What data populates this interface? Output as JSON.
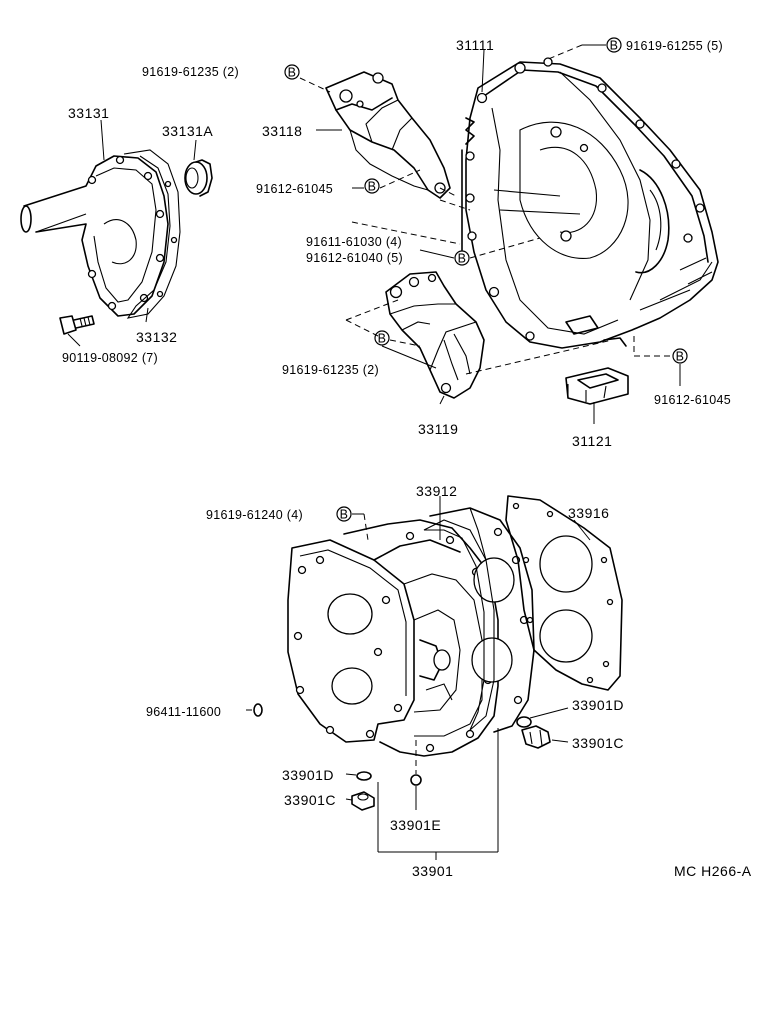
{
  "diagram": {
    "code": "MC H266-A",
    "bolt_marker": "B",
    "labels": {
      "p31111": "31111",
      "p91619_61255": "91619-61255 (5)",
      "p91619_61235_top": "91619-61235 (2)",
      "p33131": "33131",
      "p33131A": "33131A",
      "p33118": "33118",
      "p91612_61045_a": "91612-61045",
      "p91611_61030": "91611-61030 (4)",
      "p91612_61040": "91612-61040 (5)",
      "p33132": "33132",
      "p90119_08092": "90119-08092 (7)",
      "p91619_61235_bot": "91619-61235 (2)",
      "p91612_61045_b": "91612-61045",
      "p33119": "33119",
      "p31121": "31121",
      "p33912": "33912",
      "p91619_61240": "91619-61240 (4)",
      "p33916": "33916",
      "p96411_11600": "96411-11600",
      "p33901D_r": "33901D",
      "p33901C_r": "33901C",
      "p33901D_l": "33901D",
      "p33901C_l": "33901C",
      "p33901E": "33901E",
      "p33901": "33901"
    }
  }
}
